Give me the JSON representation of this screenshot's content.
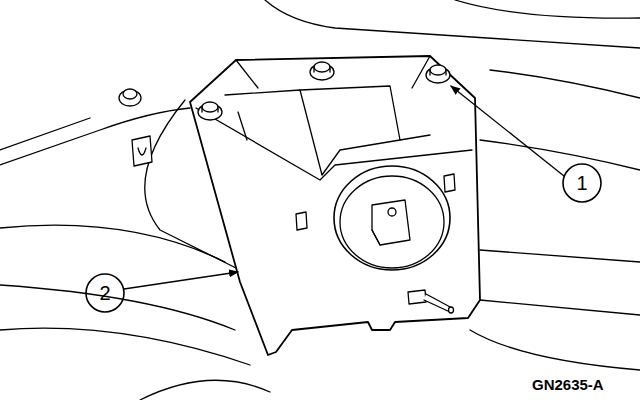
{
  "diagram": {
    "labels": [
      "1",
      "2",
      "GN2635-A"
    ]
  }
}
